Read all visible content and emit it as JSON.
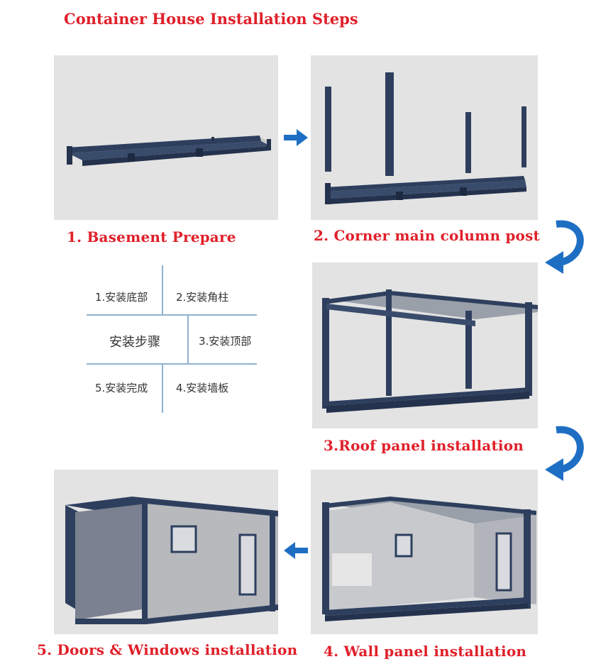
{
  "title": "Container House Installation Steps",
  "steps": [
    {
      "label": "1. Basement Prepare"
    },
    {
      "label": "2. Corner main column post"
    },
    {
      "label": "3.Roof  panel installation"
    },
    {
      "label": "4. Wall panel installation"
    },
    {
      "label": "5. Doors & Windows installation"
    }
  ],
  "chart_cn": {
    "center": "安装步骤",
    "item1": "1.安装底部",
    "item2": "2.安装角柱",
    "item3": "3.安装顶部",
    "item4": "4.安装墙板",
    "item5": "5.安装完成"
  },
  "colors": {
    "caption": "#e0202a",
    "frame": "#2e3f5e",
    "arrow": "#1e6fc4",
    "panel_bg": "#e3e3e3",
    "divider": "#8fb2cf"
  },
  "icons": [
    "arrow-right-icon",
    "curved-arrow-down-icon",
    "curved-arrow-down-icon",
    "arrow-left-icon"
  ]
}
